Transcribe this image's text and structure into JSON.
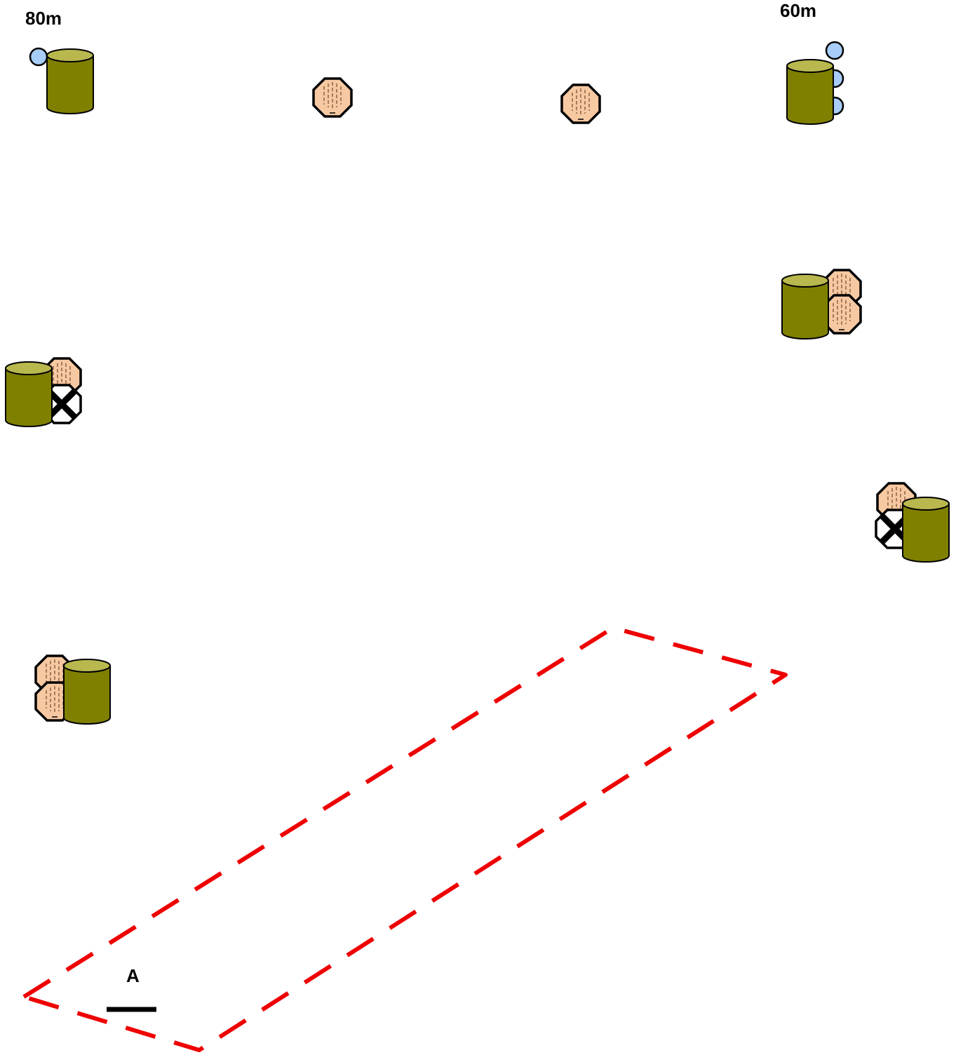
{
  "labels": {
    "left_distance": "80m",
    "right_distance": "60m",
    "start_marker": "A"
  },
  "colors": {
    "background": "#ffffff",
    "barrel_body": "#808000",
    "barrel_top": "#b8b84e",
    "hand_fill": "#f7c9a2",
    "hand_stroke": "#000000",
    "ball_fill": "#a8cdf7",
    "zone_dash": "#ee0000",
    "line": "#000000"
  },
  "icons": {
    "barrel": "cover-barrel-icon",
    "hand": "stop-hand-icon",
    "ball": "ball-icon",
    "cross": "cross-mark-icon"
  }
}
